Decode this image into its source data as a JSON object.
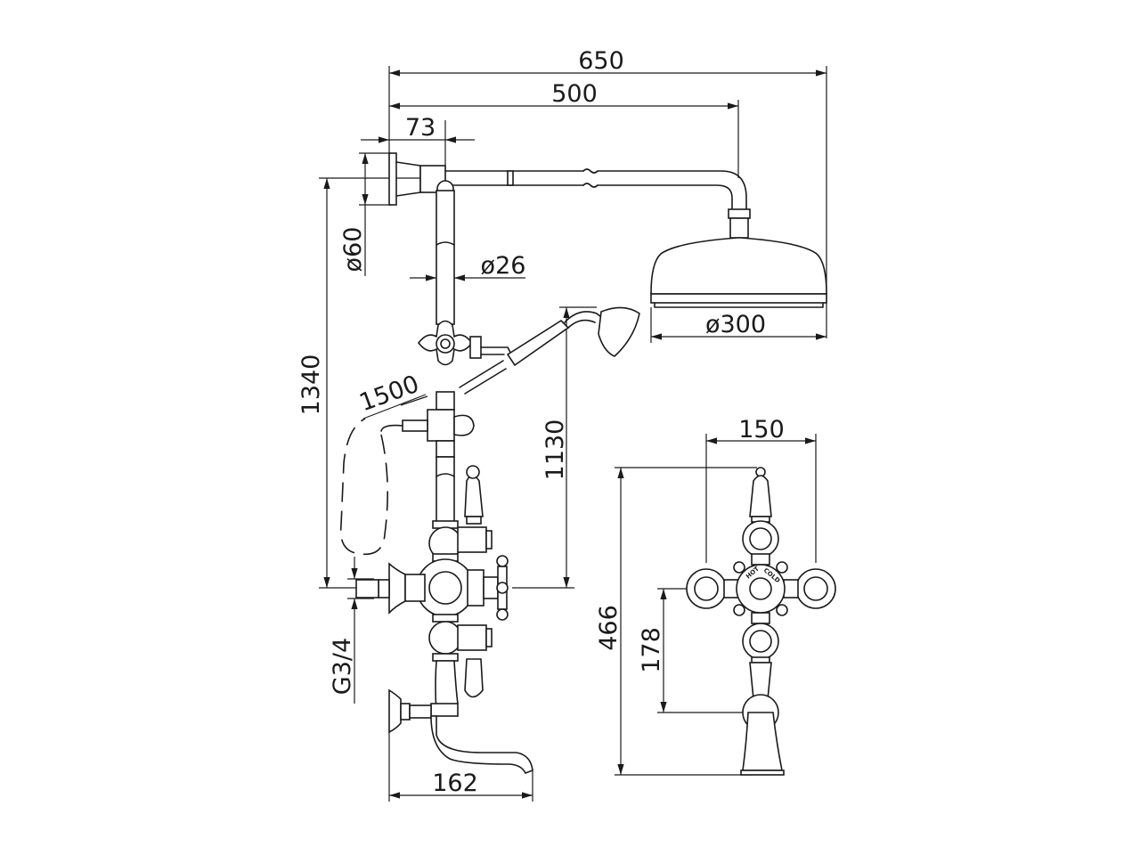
{
  "drawing": {
    "dimensions": {
      "total_width": "650",
      "arm_length": "500",
      "wall_offset": "73",
      "flange_diameter": "ø60",
      "overall_height": "1340",
      "riser_diameter": "ø26",
      "head_diameter": "ø300",
      "hose_length": "1500",
      "handset_height": "1130",
      "valve_centres": "150",
      "valve_height": "466",
      "spout_offset": "178",
      "inlet_thread": "G3/4",
      "spout_projection": "162"
    },
    "valve_labels": {
      "hot": "HOT",
      "cold": "COLD"
    }
  }
}
